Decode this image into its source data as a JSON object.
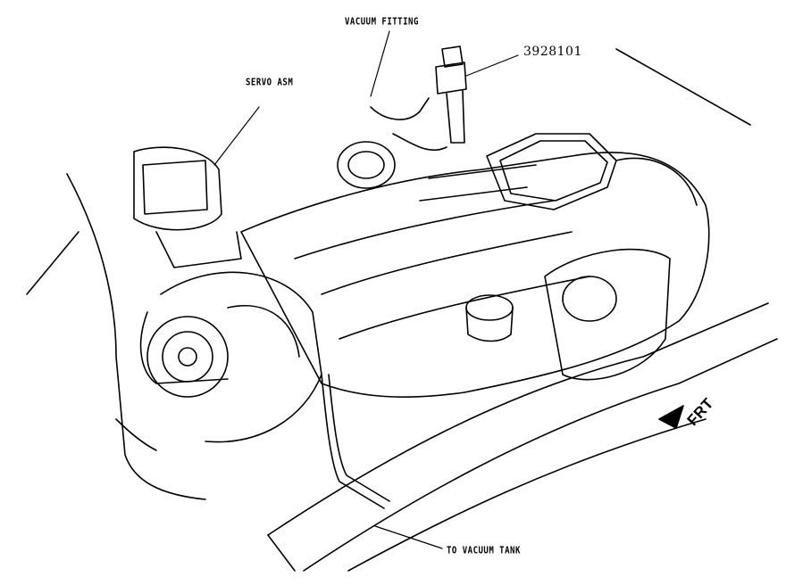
{
  "labels": {
    "vacuum_fitting": "VACUUM FITTING",
    "part_number": "3928101",
    "servo_asm": "SERVO ASM",
    "to_vacuum_tank": "TO VACUUM TANK",
    "frt": "FRT"
  },
  "colors": {
    "ink": "#000000",
    "paper": "#ffffff"
  }
}
